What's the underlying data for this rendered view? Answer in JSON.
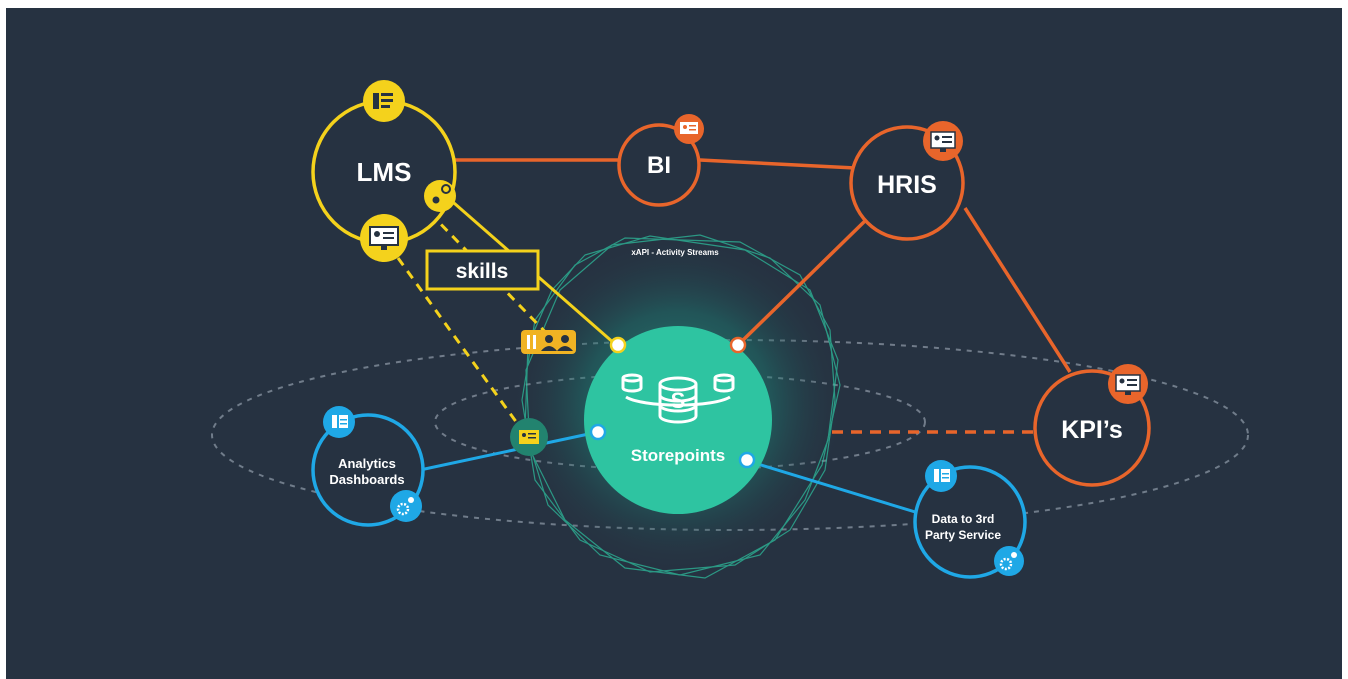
{
  "nodes": {
    "lms": "LMS",
    "bi": "BI",
    "hris": "HRIS",
    "kpis": "KPI’s",
    "storepoints": "Storepoints",
    "analytics_line1": "Analytics",
    "analytics_line2": "Dashboards",
    "third_party_line1": "Data to 3rd",
    "third_party_line2": "Party Service"
  },
  "tags": {
    "skills": "skills",
    "xapi": "xAPI - Activity Streams"
  },
  "colors": {
    "background": "#263241",
    "yellow": "#f4d21c",
    "orange": "#e8652b",
    "blue": "#1fa8e6",
    "teal": "#2ec4a1"
  },
  "icons": [
    "server-icon",
    "settings-icon",
    "profile-card-icon",
    "people-icon",
    "database-icon"
  ]
}
